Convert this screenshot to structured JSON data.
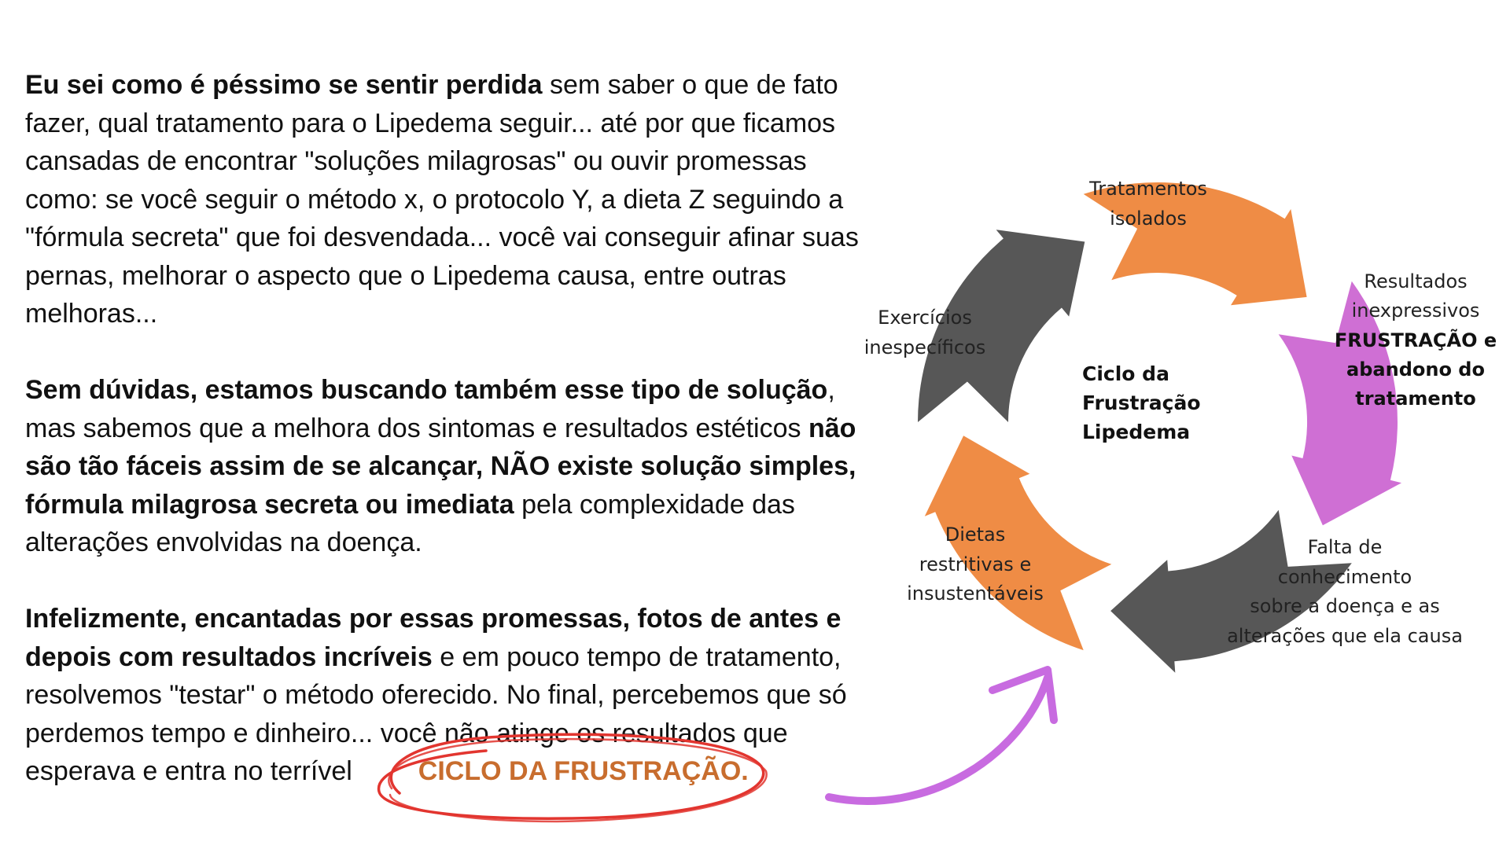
{
  "paragraphs": [
    [
      {
        "t": "Eu sei como é péssimo se sentir perdida",
        "b": true
      },
      {
        "t": " sem saber o que de fato fazer, qual tratamento para o Lipedema seguir... até por que ficamos cansadas de encontrar \"soluções milagrosas\" ou ouvir promessas como: se você seguir o método x, o protocolo Y, a dieta Z seguindo a \"fórmula secreta\" que foi desvendada... você vai conseguir afinar suas pernas, melhorar o aspecto que o Lipedema causa, entre outras melhoras...",
        "b": false
      }
    ],
    [
      {
        "t": "Sem dúvidas, estamos buscando também esse tipo de solução",
        "b": true
      },
      {
        "t": ", mas sabemos que a melhora dos sintomas e resultados estéticos ",
        "b": false
      },
      {
        "t": "não são tão fáceis assim de se alcançar, NÃO existe solução simples, fórmula milagrosa secreta ou imediata",
        "b": true
      },
      {
        "t": " pela complexidade das alterações envolvidas na doença.",
        "b": false
      }
    ],
    [
      {
        "t": "Infelizmente, encantadas por essas promessas,  fotos de antes e depois com resultados incríveis",
        "b": true
      },
      {
        "t": " e em pouco tempo de tratamento, resolvemos \"testar\" o método oferecido. No final, percebemos que só perdemos tempo e dinheiro... você não atinge os resultados que esperava e entra no terrível",
        "b": false
      }
    ]
  ],
  "highlight": "CICLO DA FRUSTRAÇÃO.",
  "diagram": {
    "center": [
      "Ciclo da",
      "Frustração",
      "Lipedema"
    ],
    "steps": [
      {
        "lines": [
          "Tratamentos",
          "isolados"
        ],
        "bold_lines": []
      },
      {
        "lines": [
          "Resultados",
          "inexpressivos"
        ],
        "bold_lines": [
          "FRUSTRAÇÃO e",
          "abandono do",
          "tratamento"
        ]
      },
      {
        "lines": [
          "Falta de",
          "conhecimento",
          "sobre a doença e as",
          "alterações que ela causa"
        ],
        "bold_lines": []
      },
      {
        "lines": [
          "Dietas",
          "restritivas e",
          "insustentáveis"
        ],
        "bold_lines": []
      },
      {
        "lines": [
          "Exercícios",
          "inespecíficos"
        ],
        "bold_lines": []
      }
    ]
  },
  "colors": {
    "orange": "#ef8c45",
    "purple": "#cf6fd4",
    "gray": "#575757",
    "highlight_text": "#c86d2e",
    "highlight_ellipse": "#e2352f",
    "pointer_arrow": "#c86be0"
  }
}
